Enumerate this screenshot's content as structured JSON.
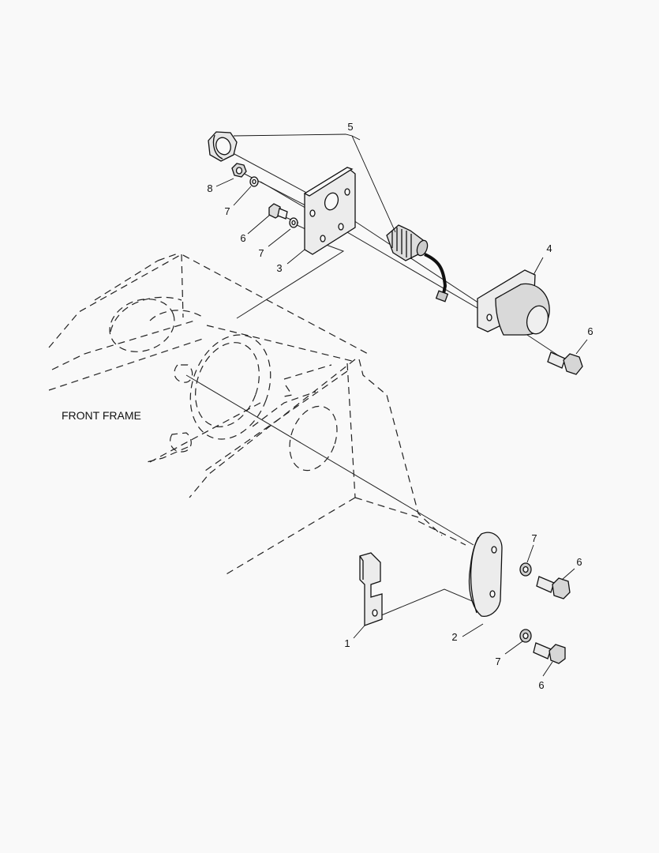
{
  "frame_label": "FRONT FRAME",
  "callouts": {
    "c1": "1",
    "c2": "2",
    "c3": "3",
    "c4": "4",
    "c5": "5",
    "c6a": "6",
    "c6b": "6",
    "c6c": "6",
    "c6d": "6",
    "c7a": "7",
    "c7b": "7",
    "c7c": "7",
    "c7d": "7",
    "c8": "8"
  }
}
